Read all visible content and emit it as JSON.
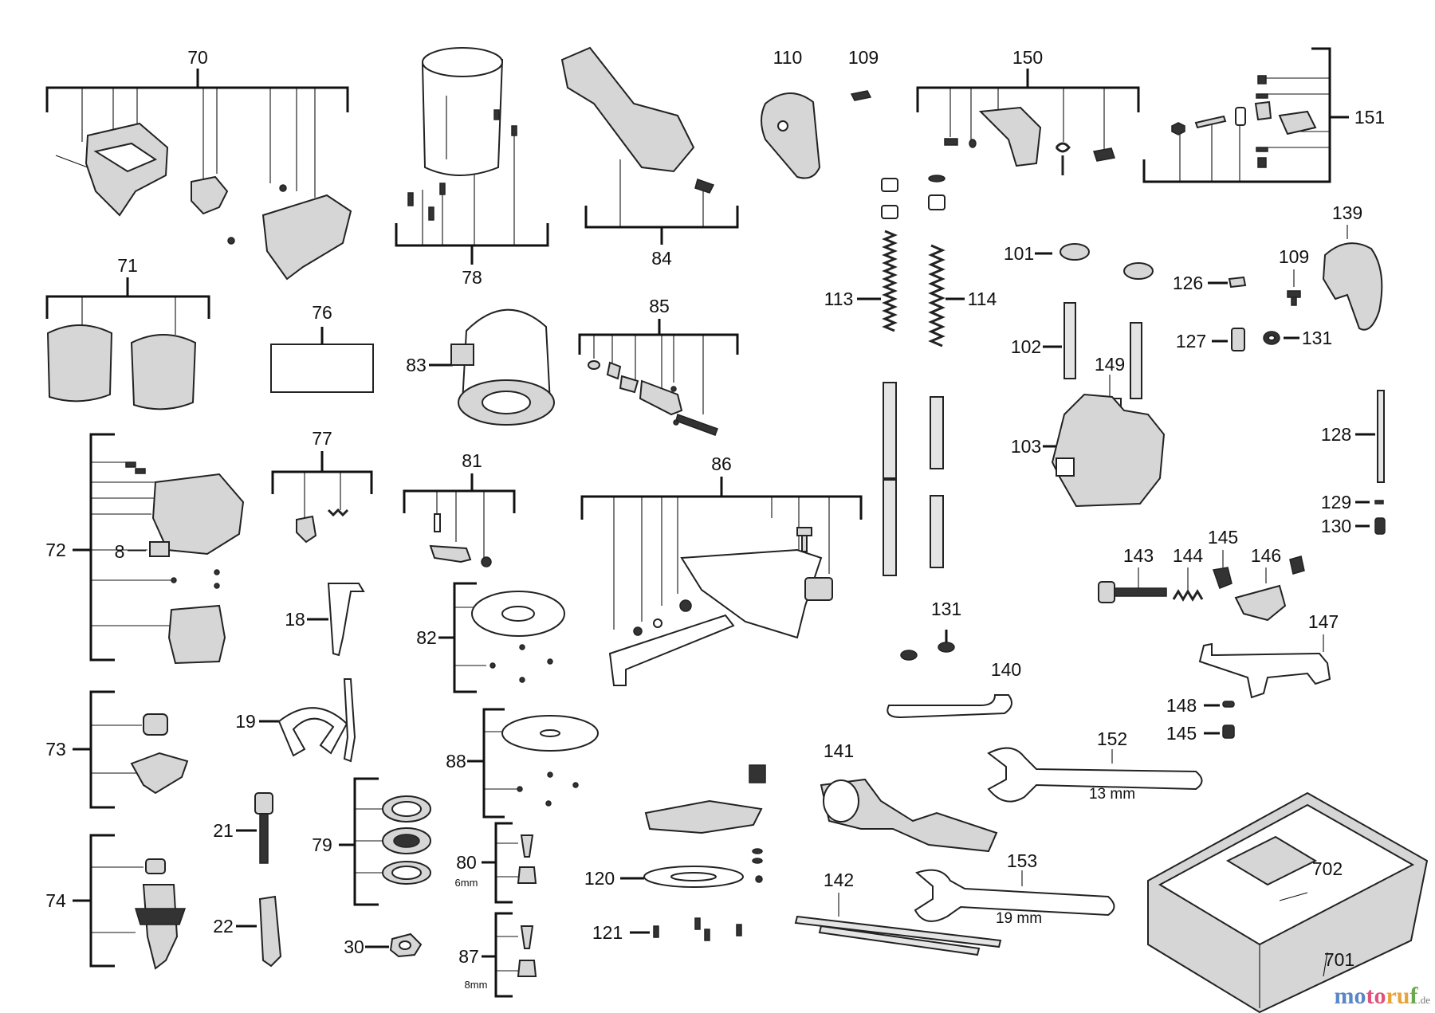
{
  "labels": {
    "l70": "70",
    "l71": "71",
    "l72": "72",
    "l8": "8",
    "l73": "73",
    "l74": "74",
    "l76": "76",
    "l77": "77",
    "l18": "18",
    "l19": "19",
    "l21": "21",
    "l22": "22",
    "l30": "30",
    "l78": "78",
    "l83": "83",
    "l81": "81",
    "l82": "82",
    "l79": "79",
    "l88": "88",
    "l80": "80",
    "l87": "87",
    "l84": "84",
    "l85": "85",
    "l86": "86",
    "l120": "120",
    "l121": "121",
    "l110": "110",
    "l109a": "109",
    "l150": "150",
    "l113": "113",
    "l114": "114",
    "l131a": "131",
    "l140": "140",
    "l141": "141",
    "l142": "142",
    "l101": "101",
    "l102": "102",
    "l149": "149",
    "l103": "103",
    "l143": "143",
    "l144": "144",
    "l145a": "145",
    "l146": "146",
    "l147": "147",
    "l148": "148",
    "l145b": "145",
    "l152": "152",
    "l153": "153",
    "l151": "151",
    "l139": "139",
    "l126": "126",
    "l109b": "109",
    "l127": "127",
    "l131b": "131",
    "l128": "128",
    "l129": "129",
    "l130": "130",
    "l702": "702",
    "l701": "701"
  },
  "sublabels": {
    "s80": "6mm",
    "s87": "8mm"
  },
  "wrench_sizes": {
    "w152": "13 mm",
    "w153": "19 mm"
  },
  "watermark": {
    "p1": "mo",
    "p2": "to",
    "p3": "ru",
    "p4": "f",
    "suffix": ".de"
  }
}
